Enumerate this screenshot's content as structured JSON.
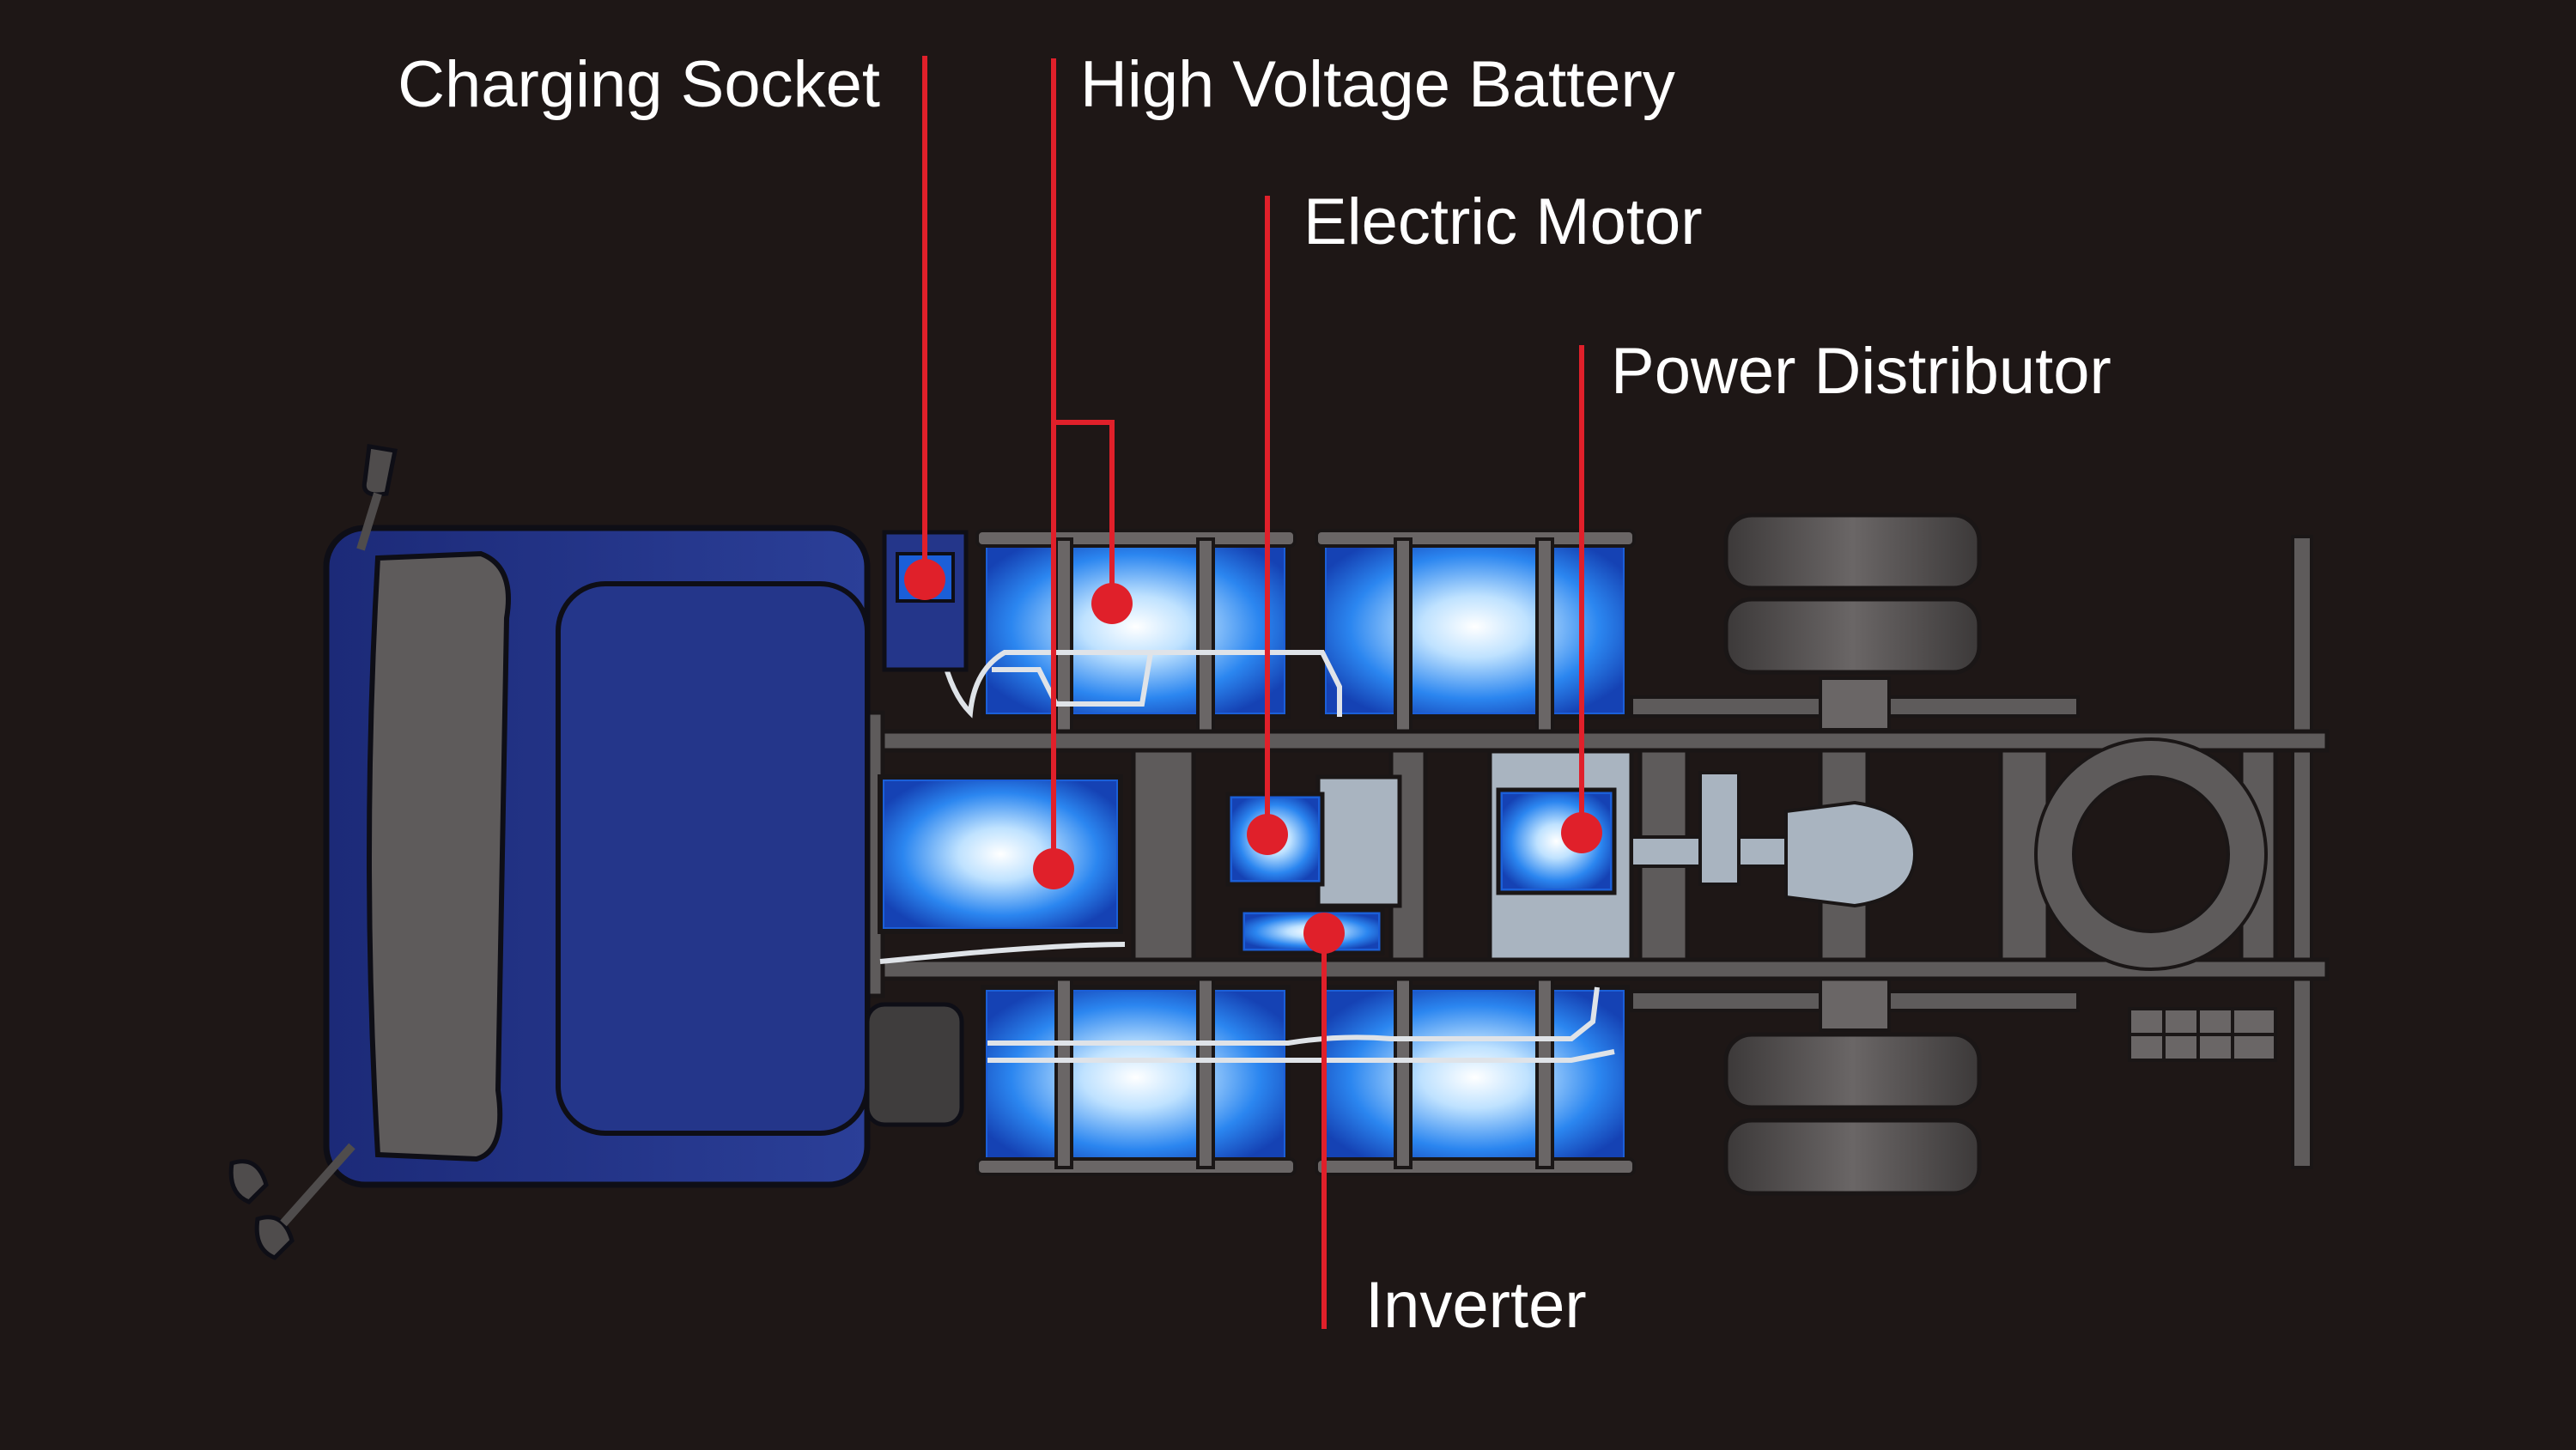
{
  "labels": {
    "charging_socket": "Charging Socket",
    "high_voltage_battery": "High Voltage Battery",
    "electric_motor": "Electric Motor",
    "power_distributor": "Power Distributor",
    "inverter": "Inverter"
  },
  "colors": {
    "background": "#1e1716",
    "callout": "#e0202a",
    "cab": "#24368a",
    "battery": "#1b5fd8",
    "chassis": "#5e5b5b",
    "component": "#a9b4c0",
    "tire": "#4f4c4c"
  },
  "icons": {
    "callout_marker": "red-dot"
  }
}
